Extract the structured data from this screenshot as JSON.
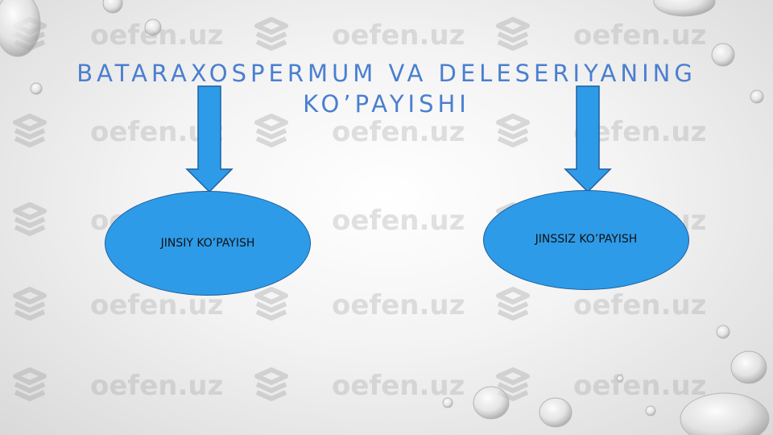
{
  "title": "BATARAXOSPERMUM VA DELESERIYANING KO’PAYISHI",
  "nodes": [
    {
      "id": "jinsiy",
      "label": "JINSIY KO’PAYISH"
    },
    {
      "id": "jinssiz",
      "label": "JINSSIZ KO’PAYISH"
    }
  ],
  "edges": [
    {
      "from": "title",
      "to": "jinsiy"
    },
    {
      "from": "title",
      "to": "jinssiz"
    }
  ],
  "watermark": "oefen.uz",
  "colors": {
    "title": "#4a7fd0",
    "node_fill": "#2d9be8",
    "node_border": "#1f5fa0",
    "arrow_fill": "#2d9be8",
    "arrow_border": "#1f5fa0"
  }
}
